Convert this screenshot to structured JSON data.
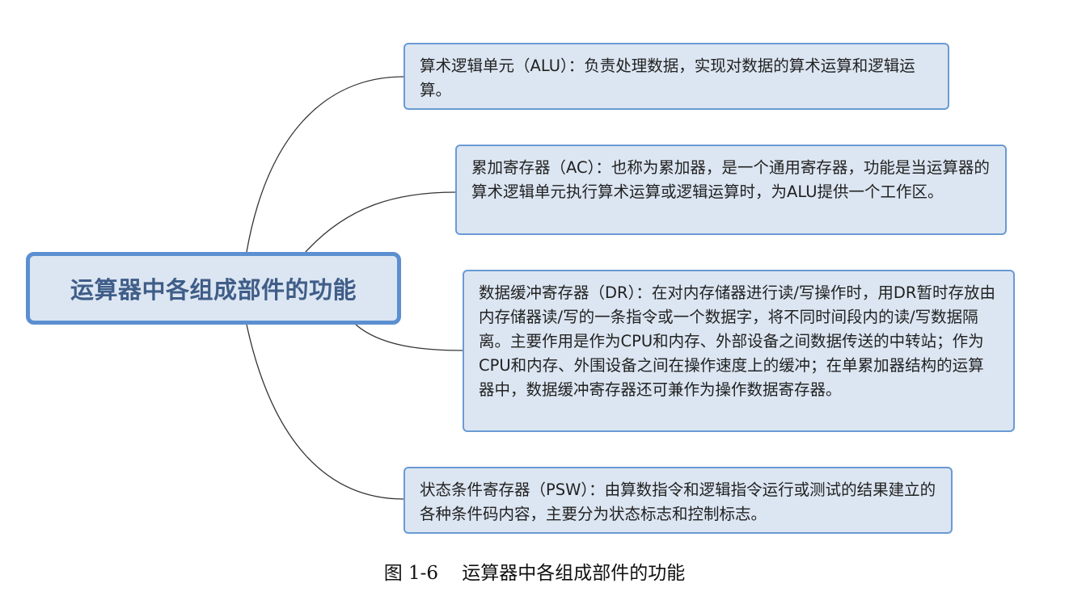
{
  "root": {
    "label": "运算器中各组成部件的功能"
  },
  "nodes": [
    {
      "text": "算术逻辑单元（ALU）：负责处理数据，实现对数据的算术运算和逻辑运算。"
    },
    {
      "text": "累加寄存器（AC）：也称为累加器，是一个通用寄存器，功能是当运算器的算术逻辑单元执行算术运算或逻辑运算时，为ALU提供一个工作区。"
    },
    {
      "text": "数据缓冲寄存器（DR）：在对内存储器进行读/写操作时，用DR暂时存放由内存储器读/写的一条指令或一个数据字，将不同时间段内的读/写数据隔离。主要作用是作为CPU和内存、外部设备之间数据传送的中转站；作为CPU和内存、外围设备之间在操作速度上的缓冲；在单累加器结构的运算器中，数据缓冲寄存器还可兼作为操作数据寄存器。"
    },
    {
      "text": "状态条件寄存器（PSW）：由算数指令和逻辑指令运行或测试的结果建立的各种条件码内容，主要分为状态标志和控制标志。"
    }
  ],
  "caption": "图 1-6    运算器中各组成部件的功能",
  "colors": {
    "node_fill": "#dce6f2",
    "node_border": "#6a9ad4",
    "root_border": "#5b8fd0",
    "root_text": "#3f5d88",
    "connector": "#333333"
  }
}
